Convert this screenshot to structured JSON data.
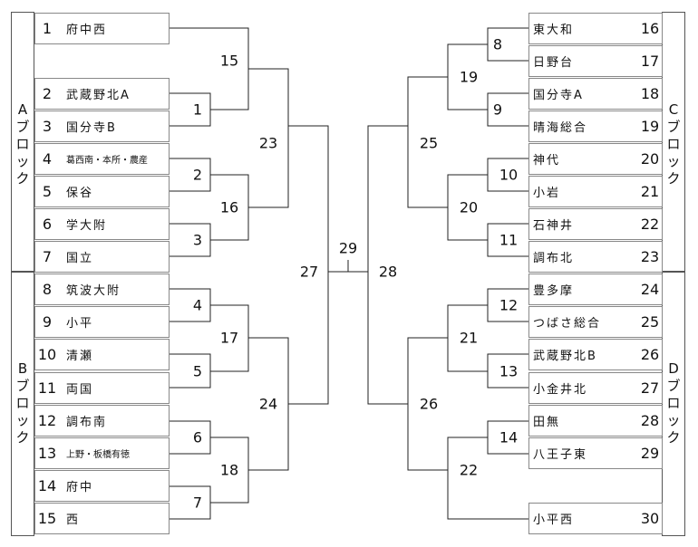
{
  "blocks": {
    "a": "Aブロック",
    "b": "Bブロック",
    "c": "Cブロック",
    "d": "Dブロック"
  },
  "teams": [
    {
      "no": "1",
      "name": "府中西"
    },
    {
      "no": "2",
      "name": "武蔵野北A"
    },
    {
      "no": "3",
      "name": "国分寺B"
    },
    {
      "no": "4",
      "name": "葛西南・本所・農産"
    },
    {
      "no": "5",
      "name": "保谷"
    },
    {
      "no": "6",
      "name": "学大附"
    },
    {
      "no": "7",
      "name": "国立"
    },
    {
      "no": "8",
      "name": "筑波大附"
    },
    {
      "no": "9",
      "name": "小平"
    },
    {
      "no": "10",
      "name": "清瀬"
    },
    {
      "no": "11",
      "name": "両国"
    },
    {
      "no": "12",
      "name": "調布南"
    },
    {
      "no": "13",
      "name": "上野・板橋有徳"
    },
    {
      "no": "14",
      "name": "府中"
    },
    {
      "no": "15",
      "name": "西"
    },
    {
      "no": "16",
      "name": "東大和"
    },
    {
      "no": "17",
      "name": "日野台"
    },
    {
      "no": "18",
      "name": "国分寺A"
    },
    {
      "no": "19",
      "name": "晴海総合"
    },
    {
      "no": "20",
      "name": "神代"
    },
    {
      "no": "21",
      "name": "小岩"
    },
    {
      "no": "22",
      "name": "石神井"
    },
    {
      "no": "23",
      "name": "調布北"
    },
    {
      "no": "24",
      "name": "豊多摩"
    },
    {
      "no": "25",
      "name": "つばさ総合"
    },
    {
      "no": "26",
      "name": "武蔵野北B"
    },
    {
      "no": "27",
      "name": "小金井北"
    },
    {
      "no": "28",
      "name": "田無"
    },
    {
      "no": "29",
      "name": "八王子東"
    },
    {
      "no": "30",
      "name": "小平西"
    }
  ],
  "games": [
    "1",
    "2",
    "3",
    "4",
    "5",
    "6",
    "7",
    "8",
    "9",
    "10",
    "11",
    "12",
    "13",
    "14",
    "15",
    "16",
    "17",
    "18",
    "19",
    "20",
    "21",
    "22",
    "23",
    "24",
    "25",
    "26",
    "27",
    "28",
    "29"
  ]
}
